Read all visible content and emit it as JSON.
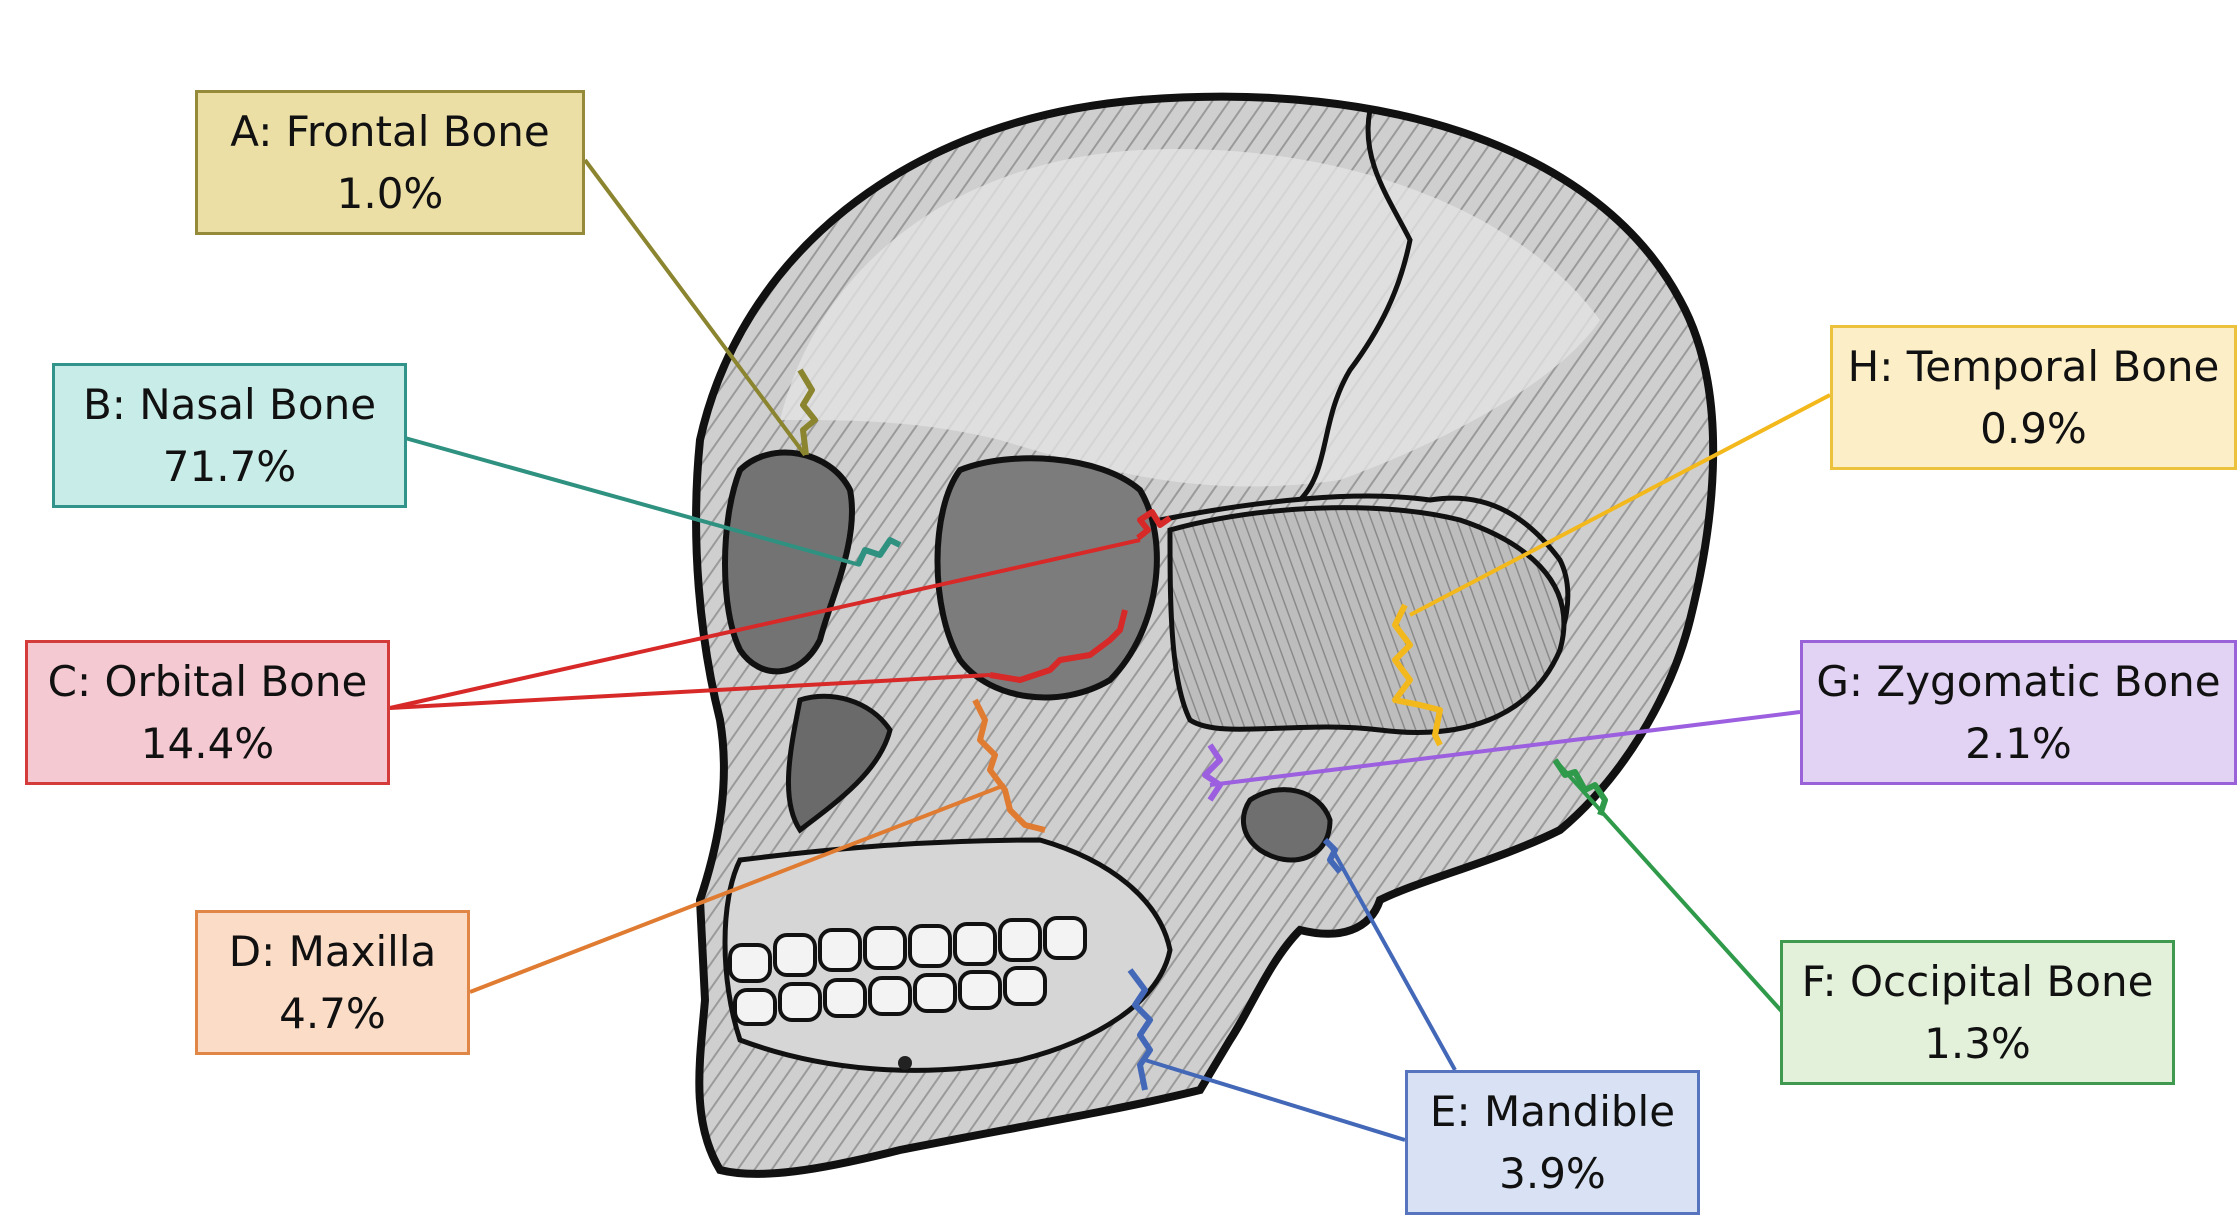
{
  "labels": [
    {
      "id": "A",
      "name": "A: Frontal Bone",
      "pct": "1.0%",
      "fill": "#ecdfa6",
      "border": "#958a3a",
      "line": "#8c8530"
    },
    {
      "id": "B",
      "name": "B: Nasal Bone",
      "pct": "71.7%",
      "fill": "#c8ede8",
      "border": "#31938a",
      "line": "#2f9180"
    },
    {
      "id": "C",
      "name": "C: Orbital Bone",
      "pct": "14.4%",
      "fill": "#f4c9d2",
      "border": "#d43b3b",
      "line": "#d82929"
    },
    {
      "id": "D",
      "name": "D: Maxilla",
      "pct": "4.7%",
      "fill": "#fbdcc6",
      "border": "#e08748",
      "line": "#e07b32"
    },
    {
      "id": "E",
      "name": "E: Mandible",
      "pct": "3.9%",
      "fill": "#d8e2f4",
      "border": "#5675be",
      "line": "#4468b8"
    },
    {
      "id": "F",
      "name": "F: Occipital Bone",
      "pct": "1.3%",
      "fill": "#e3f1da",
      "border": "#3f9a4f",
      "line": "#2f9a4a"
    },
    {
      "id": "G",
      "name": "G: Zygomatic Bone",
      "pct": "2.1%",
      "fill": "#e2d2f3",
      "border": "#9a62d8",
      "line": "#9b5fe0"
    },
    {
      "id": "H",
      "name": "H: Temporal Bone",
      "pct": "0.9%",
      "fill": "#fcefc7",
      "border": "#ecc23c",
      "line": "#f2b81c"
    }
  ]
}
